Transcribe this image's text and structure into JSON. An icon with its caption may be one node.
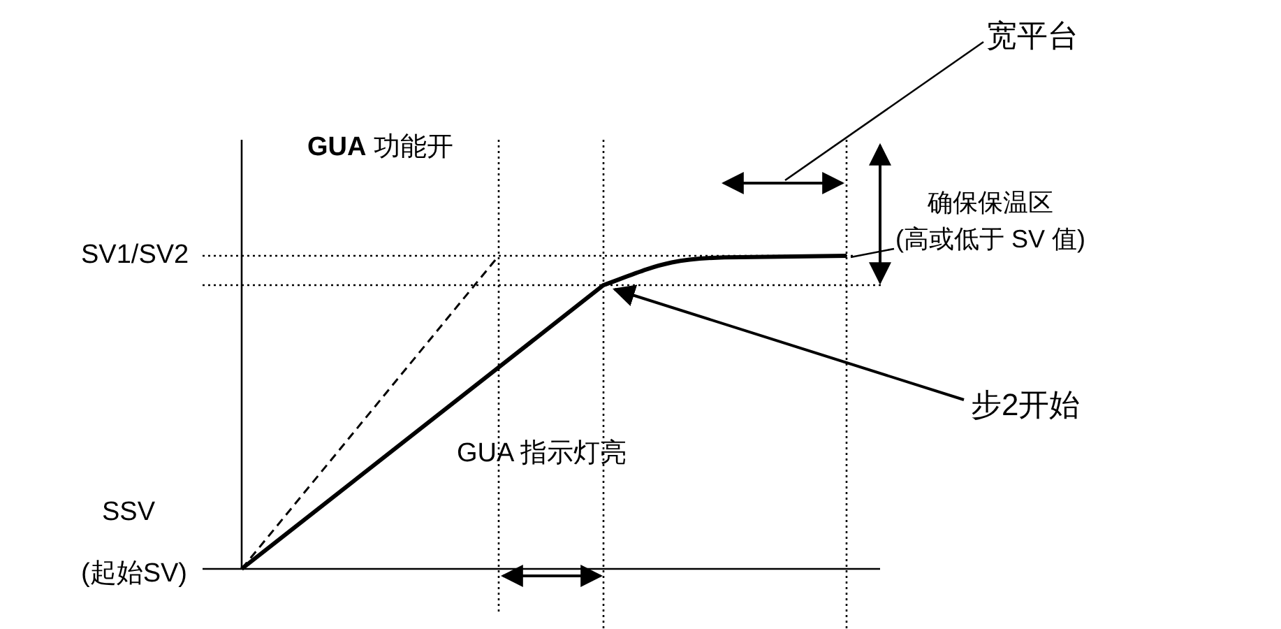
{
  "diagram": {
    "nodes": [
      {
        "text": [
          "宽平台"
        ]
      },
      {
        "text": [
          "确保保温区 (高或低于 SV 值)"
        ]
      },
      {
        "text": [
          "步2开始"
        ]
      }
    ],
    "edges": [
      {
        "from": 0,
        "to": null,
        "arrow": "none"
      },
      {
        "from": 1,
        "to": null,
        "arrow": "none"
      },
      {
        "from": 2,
        "to": null,
        "arrow": "to"
      }
    ],
    "labels": [
      "**GUA** 功能开",
      "SV1/SV2",
      "SSV",
      "(起始SV)",
      "GUA 指示灯亮"
    ]
  }
}
